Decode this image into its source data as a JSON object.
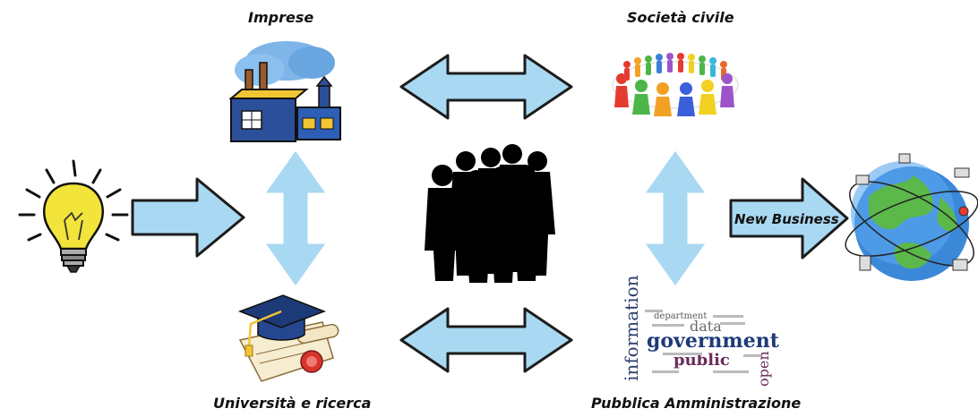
{
  "nodes": {
    "imprese": {
      "label": "Imprese"
    },
    "societa": {
      "label": "Società civile"
    },
    "universita": {
      "label": "Università e ricerca"
    },
    "pa": {
      "label": "Pubblica Amministrazione"
    },
    "new_business": {
      "label": "New Business"
    }
  },
  "word_cloud": {
    "words": [
      "information",
      "department",
      "data",
      "government",
      "public",
      "open"
    ]
  },
  "colors": {
    "arrow_fill": "#a9d8f2",
    "arrow_stroke": "#1c1c1c"
  },
  "icons": {
    "idea": "lightbulb-icon",
    "business": "factory-icon",
    "society": "people-circle-icon",
    "research": "graduation-cap-icon",
    "center": "people-silhouette-icon",
    "globe": "globe-icon"
  }
}
